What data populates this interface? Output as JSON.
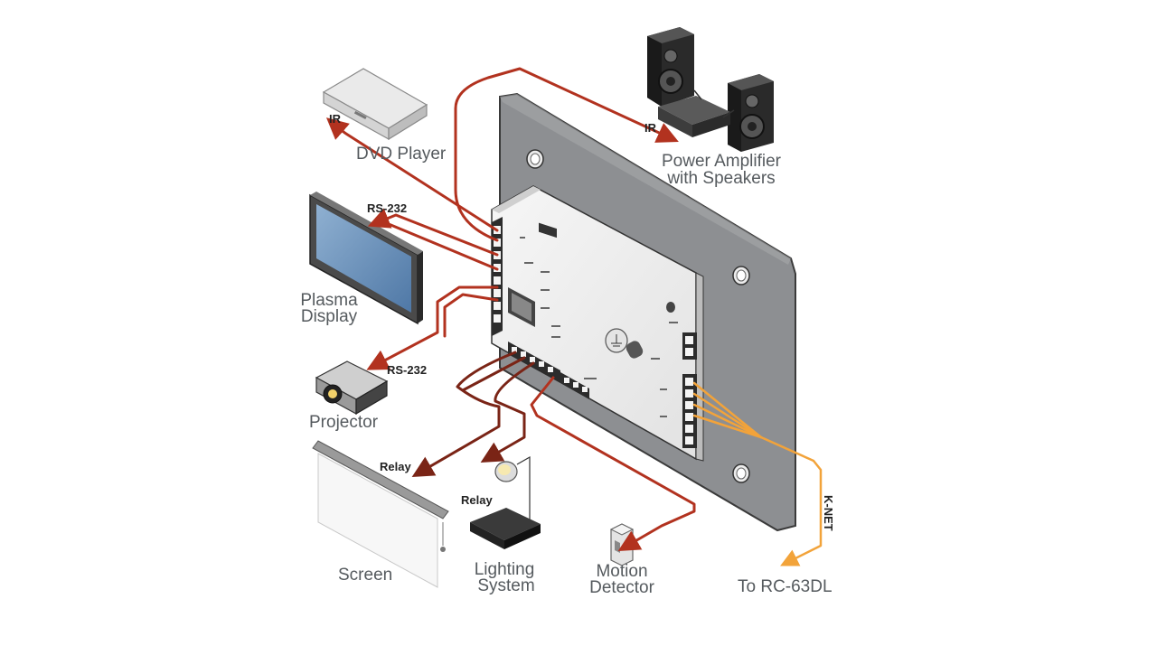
{
  "labels": {
    "dvd_player": "DVD Player",
    "power_amplifier_line1": "Power Amplifier",
    "power_amplifier_line2": "with Speakers",
    "plasma_line1": "Plasma",
    "plasma_line2": "Display",
    "projector": "Projector",
    "screen": "Screen",
    "lighting_line1": "Lighting",
    "lighting_line2": "System",
    "motion_line1": "Motion",
    "motion_line2": "Detector",
    "to_rc": "To RC-63DL"
  },
  "wire_labels": {
    "ir_dvd": "IR",
    "ir_amp": "IR",
    "rs232_plasma": "RS-232",
    "rs232_projector": "RS-232",
    "relay_screen": "Relay",
    "relay_lighting": "Relay",
    "knet": "K-NET"
  },
  "colors": {
    "rs232_ir_wire": "#b2321f",
    "relay_wire": "#7a2416",
    "knet_wire": "#f2a33a",
    "wall_plate": "#8d8f92"
  }
}
